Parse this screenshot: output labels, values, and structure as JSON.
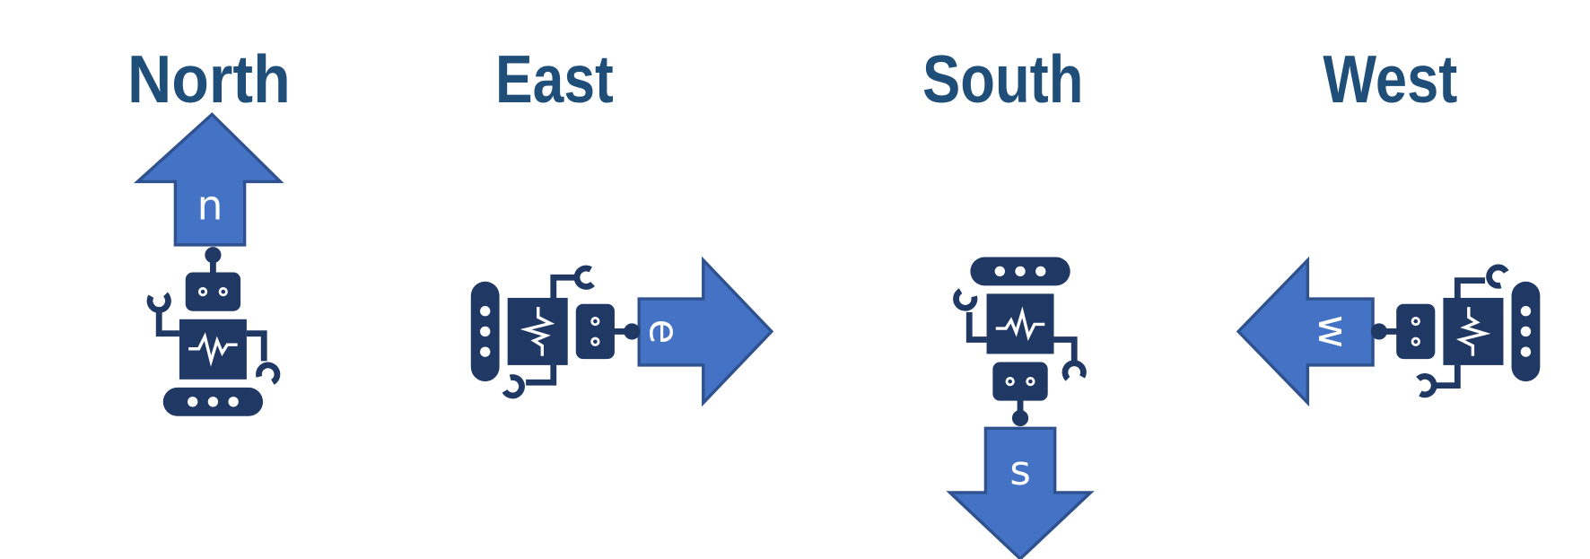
{
  "colors": {
    "title": "#1F4E79",
    "arrow_fill": "#4472C4",
    "arrow_stroke": "#2F528F",
    "robot": "#203864"
  },
  "directions": [
    {
      "title": "North",
      "letter": "n",
      "icon": "robot-icon"
    },
    {
      "title": "East",
      "letter": "e",
      "icon": "robot-icon"
    },
    {
      "title": "South",
      "letter": "s",
      "icon": "robot-icon"
    },
    {
      "title": "West",
      "letter": "w",
      "icon": "robot-icon"
    }
  ]
}
